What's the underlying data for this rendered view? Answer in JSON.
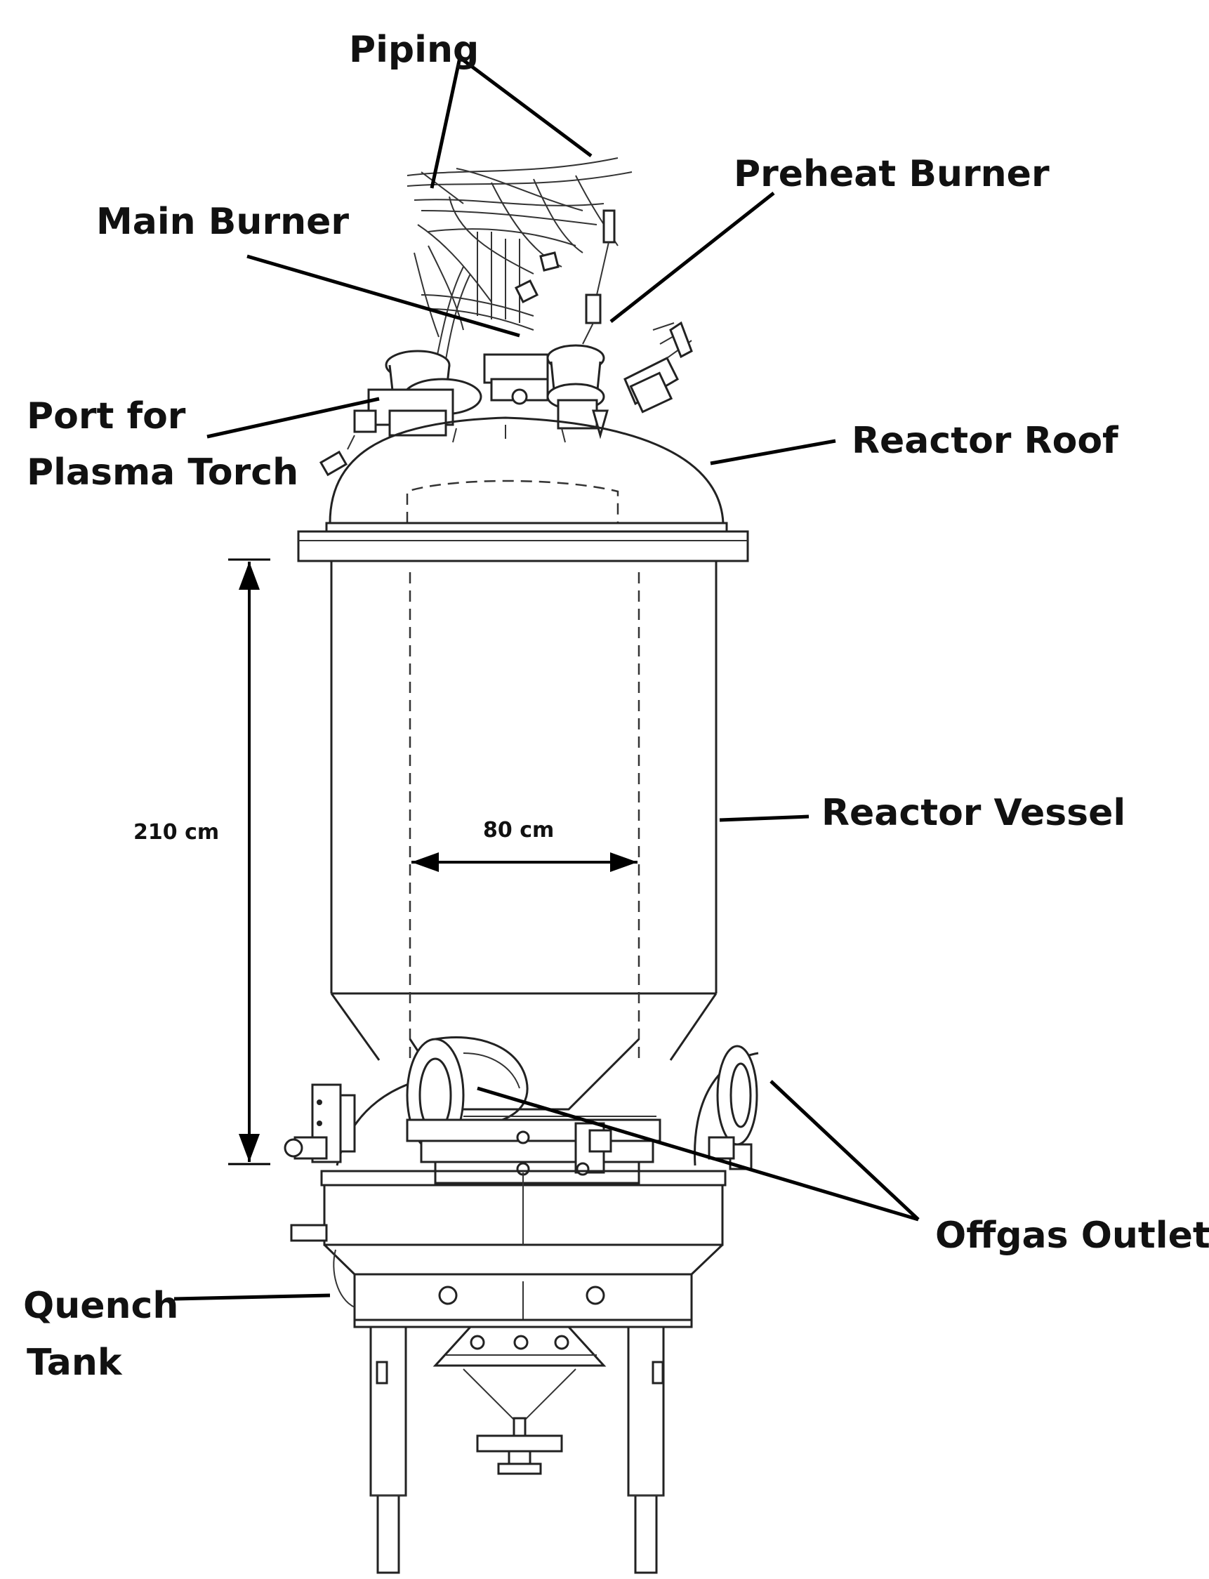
{
  "labels": {
    "piping": "Piping",
    "preheat_burner": "Preheat Burner",
    "main_burner": "Main Burner",
    "port_line1": "Port for",
    "port_line2": "Plasma Torch",
    "reactor_roof": "Reactor Roof",
    "reactor_vessel": "Reactor Vessel",
    "offgas_outlets": "Offgas Outlets",
    "quench_line1": "Quench",
    "quench_line2": "Tank"
  },
  "dimensions": {
    "height": "210 cm",
    "diameter": "80 cm"
  },
  "colors": {
    "line": "#222222",
    "text": "#111111",
    "background": "#ffffff"
  }
}
